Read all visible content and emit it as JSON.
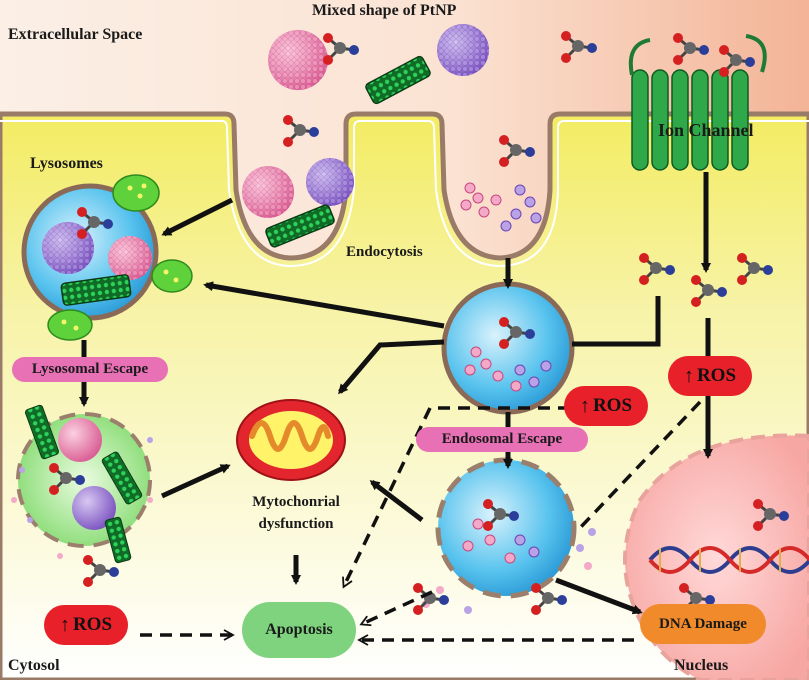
{
  "title": "Mixed shape of PtNP",
  "regions": {
    "extracellular": "Extracellular Space",
    "cytosol": "Cytosol",
    "nucleus": "Nucleus"
  },
  "structures": {
    "lysosomes": "Lysosomes",
    "endocytosis": "Endocytosis",
    "ion_channel": "Ion Channel",
    "mito_line1": "Mytochonrial",
    "mito_line2": "dysfunction"
  },
  "processes": {
    "lysosomal_escape": "Lysosomal Escape",
    "endosomal_escape": "Endosomal Escape",
    "apoptosis": "Apoptosis",
    "dna_damage": "DNA Damage"
  },
  "ros": {
    "arrow": "↑",
    "label": "ROS"
  },
  "colors": {
    "membrane_fill": "#f5ef6a",
    "extracellular_top": "#fbe9dc",
    "ros": "#e8202a",
    "pill_magenta": "#e871b6",
    "apoptosis": "#7fd37f",
    "dna_damage": "#f08a2a",
    "ion_channel": "#2fa84a",
    "vesicle_blue": "#3fb6e8",
    "mitochondria": "#e3262d",
    "nanotube": "#1f9a3c",
    "sphere_pink": "#e98ab0",
    "sphere_purple": "#9b7ad0"
  }
}
